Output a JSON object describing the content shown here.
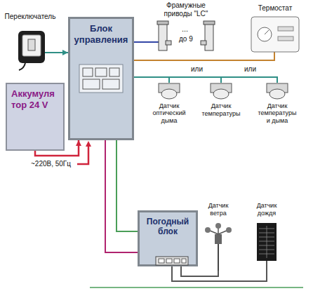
{
  "diagram": {
    "nodes": [
      {
        "text": [
          "Переключатель"
        ]
      },
      {
        "text": [
          "Блок управления"
        ]
      },
      {
        "text": [
          "Аккумуля тор 24 V"
        ]
      },
      {
        "text": [
          "Фрамужные приводы \"LC\""
        ]
      },
      {
        "text": [
          "Термостат"
        ]
      },
      {
        "text": [
          "Датчик оптический дыма"
        ]
      },
      {
        "text": [
          "Датчик температуры"
        ]
      },
      {
        "text": [
          "Датчик температуры и дыма"
        ]
      },
      {
        "text": [
          "Погодный блок"
        ]
      },
      {
        "text": [
          "Датчик ветра"
        ]
      },
      {
        "text": [
          "Датчик дождя"
        ]
      }
    ],
    "edges": [
      {
        "from": 0,
        "to": 1,
        "arrow": "to"
      },
      {
        "from": 2,
        "to": 1,
        "arrow": "to"
      },
      {
        "from": 1,
        "to": 3,
        "arrow": "none"
      },
      {
        "from": 1,
        "to": 4,
        "arrow": "none"
      },
      {
        "from": 1,
        "to": 5,
        "arrow": "none"
      },
      {
        "from": 1,
        "to": 6,
        "arrow": "none"
      },
      {
        "from": 1,
        "to": 7,
        "arrow": "none"
      },
      {
        "from": 1,
        "to": 8,
        "arrow": "none"
      },
      {
        "from": 1,
        "to": 8,
        "arrow": "none"
      },
      {
        "from": 8,
        "to": 9,
        "arrow": "none"
      },
      {
        "from": 8,
        "to": 10,
        "arrow": "none"
      }
    ],
    "labels": [
      "...",
      "до 9",
      "или",
      "или",
      "~220В, 50Гц"
    ]
  }
}
